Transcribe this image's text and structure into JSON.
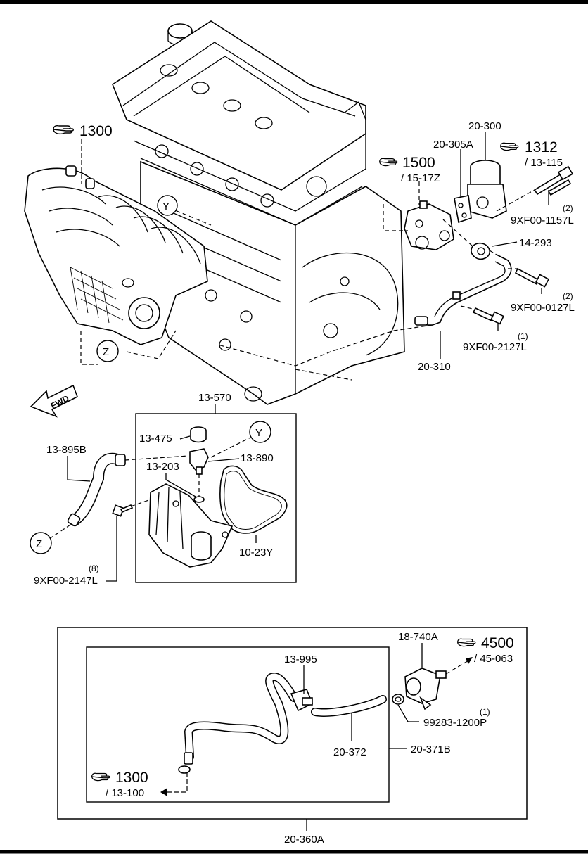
{
  "labels": {
    "ref_1300_top": "1300",
    "circle_y_engine": "Y",
    "circle_z_engine": "Z",
    "p_20_300": "20-300",
    "p_20_305a": "20-305A",
    "ref_1312": "1312",
    "ref_1312_sub": "/ 13-115",
    "ref_1500": "1500",
    "ref_1500_sub": "/ 15-17Z",
    "bolt_1157_qty": "(2)",
    "bolt_1157": "9XF00-1157L",
    "p_14_293": "14-293",
    "bolt_0127_qty": "(2)",
    "bolt_0127": "9XF00-0127L",
    "bolt_2127_qty": "(1)",
    "bolt_2127": "9XF00-2127L",
    "p_20_310": "20-310",
    "fwd": "FWD",
    "p_13_570": "13-570",
    "p_13_475": "13-475",
    "circle_y_detail": "Y",
    "p_13_895b": "13-895B",
    "p_13_203": "13-203",
    "p_13_890": "13-890",
    "circle_z_detail": "Z",
    "p_10_23y": "10-23Y",
    "bolt_2147_qty": "(8)",
    "bolt_2147": "9XF00-2147L",
    "p_18_740a": "18-740A",
    "ref_4500": "4500",
    "ref_4500_sub": "/ 45-063",
    "p_13_995": "13-995",
    "clip_1200_qty": "(1)",
    "clip_1200": "99283-1200P",
    "p_20_372": "20-372",
    "p_20_371b": "20-371B",
    "ref_1300_bottom": "1300",
    "ref_1300_bottom_sub": "/ 13-100",
    "p_20_360a": "20-360A"
  },
  "icons": {
    "reference_pointer": "pointing-hand-icon",
    "forward_arrow": "fwd-arrow-icon"
  },
  "colors": {
    "line": "#000000",
    "background": "#ffffff"
  }
}
